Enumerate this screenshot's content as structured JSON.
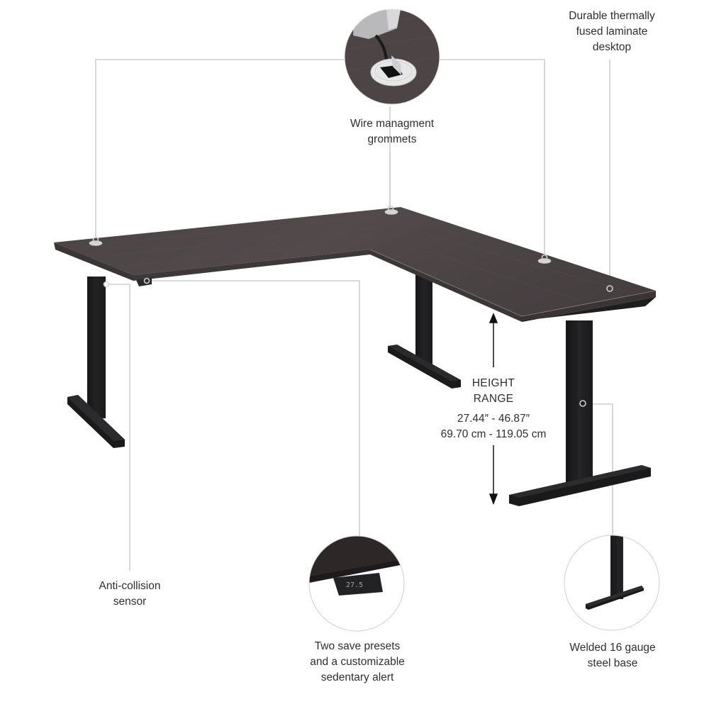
{
  "product": {
    "type": "L-shaped height adjustable standing desk",
    "colors": {
      "desktop": "#4a4344",
      "desktop_edge": "#3a3435",
      "legs": "#1c1c1e",
      "leader_lines": "#cfcfcf",
      "text": "#2e2e2e",
      "grommet": "#d9d9d9"
    }
  },
  "callouts": {
    "grommets": {
      "label": "Wire managment\ngrommets",
      "icon": "wire-grommet-closeup"
    },
    "laminate": {
      "label": "Durable thermally\nfused laminate\ndesktop"
    },
    "height_range": {
      "title": "HEIGHT\nRANGE",
      "imperial": "27.44″ - 46.87″",
      "metric": "69.70 cm - 119.05 cm"
    },
    "anti_collision": {
      "label": "Anti-collision\nsensor"
    },
    "presets": {
      "label": "Two save presets\nand a customizable\nsedentary alert",
      "display_value": "27.5"
    },
    "steel_base": {
      "label": "Welded 16 gauge\nsteel base"
    }
  }
}
